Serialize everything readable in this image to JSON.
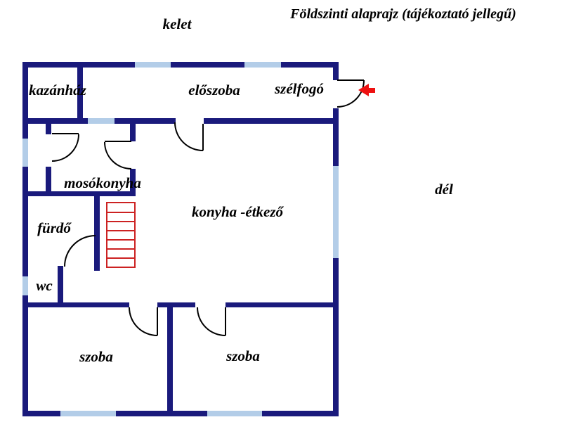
{
  "title": "Földszinti alaprajz (tájékoztató jellegű)",
  "orientation": {
    "east": "kelet",
    "south": "dél"
  },
  "rooms": {
    "kazanhaz": "kazánház",
    "eloszoba": "előszoba",
    "szelfogo": "szélfogó",
    "mosokonyha": "mosókonyha",
    "furdo": "fürdő",
    "wc": "wc",
    "konyha_etkezo": "konyha -étkező",
    "szoba_left": "szoba",
    "szoba_right": "szoba"
  },
  "stairs": {
    "treads": 7
  },
  "colors": {
    "wall": "#1a1a7c",
    "window": "#b3cde8",
    "door": "#000000",
    "stairs": "#cc2222",
    "arrow": "#ee1111",
    "text": "#000000",
    "background": "#ffffff"
  }
}
